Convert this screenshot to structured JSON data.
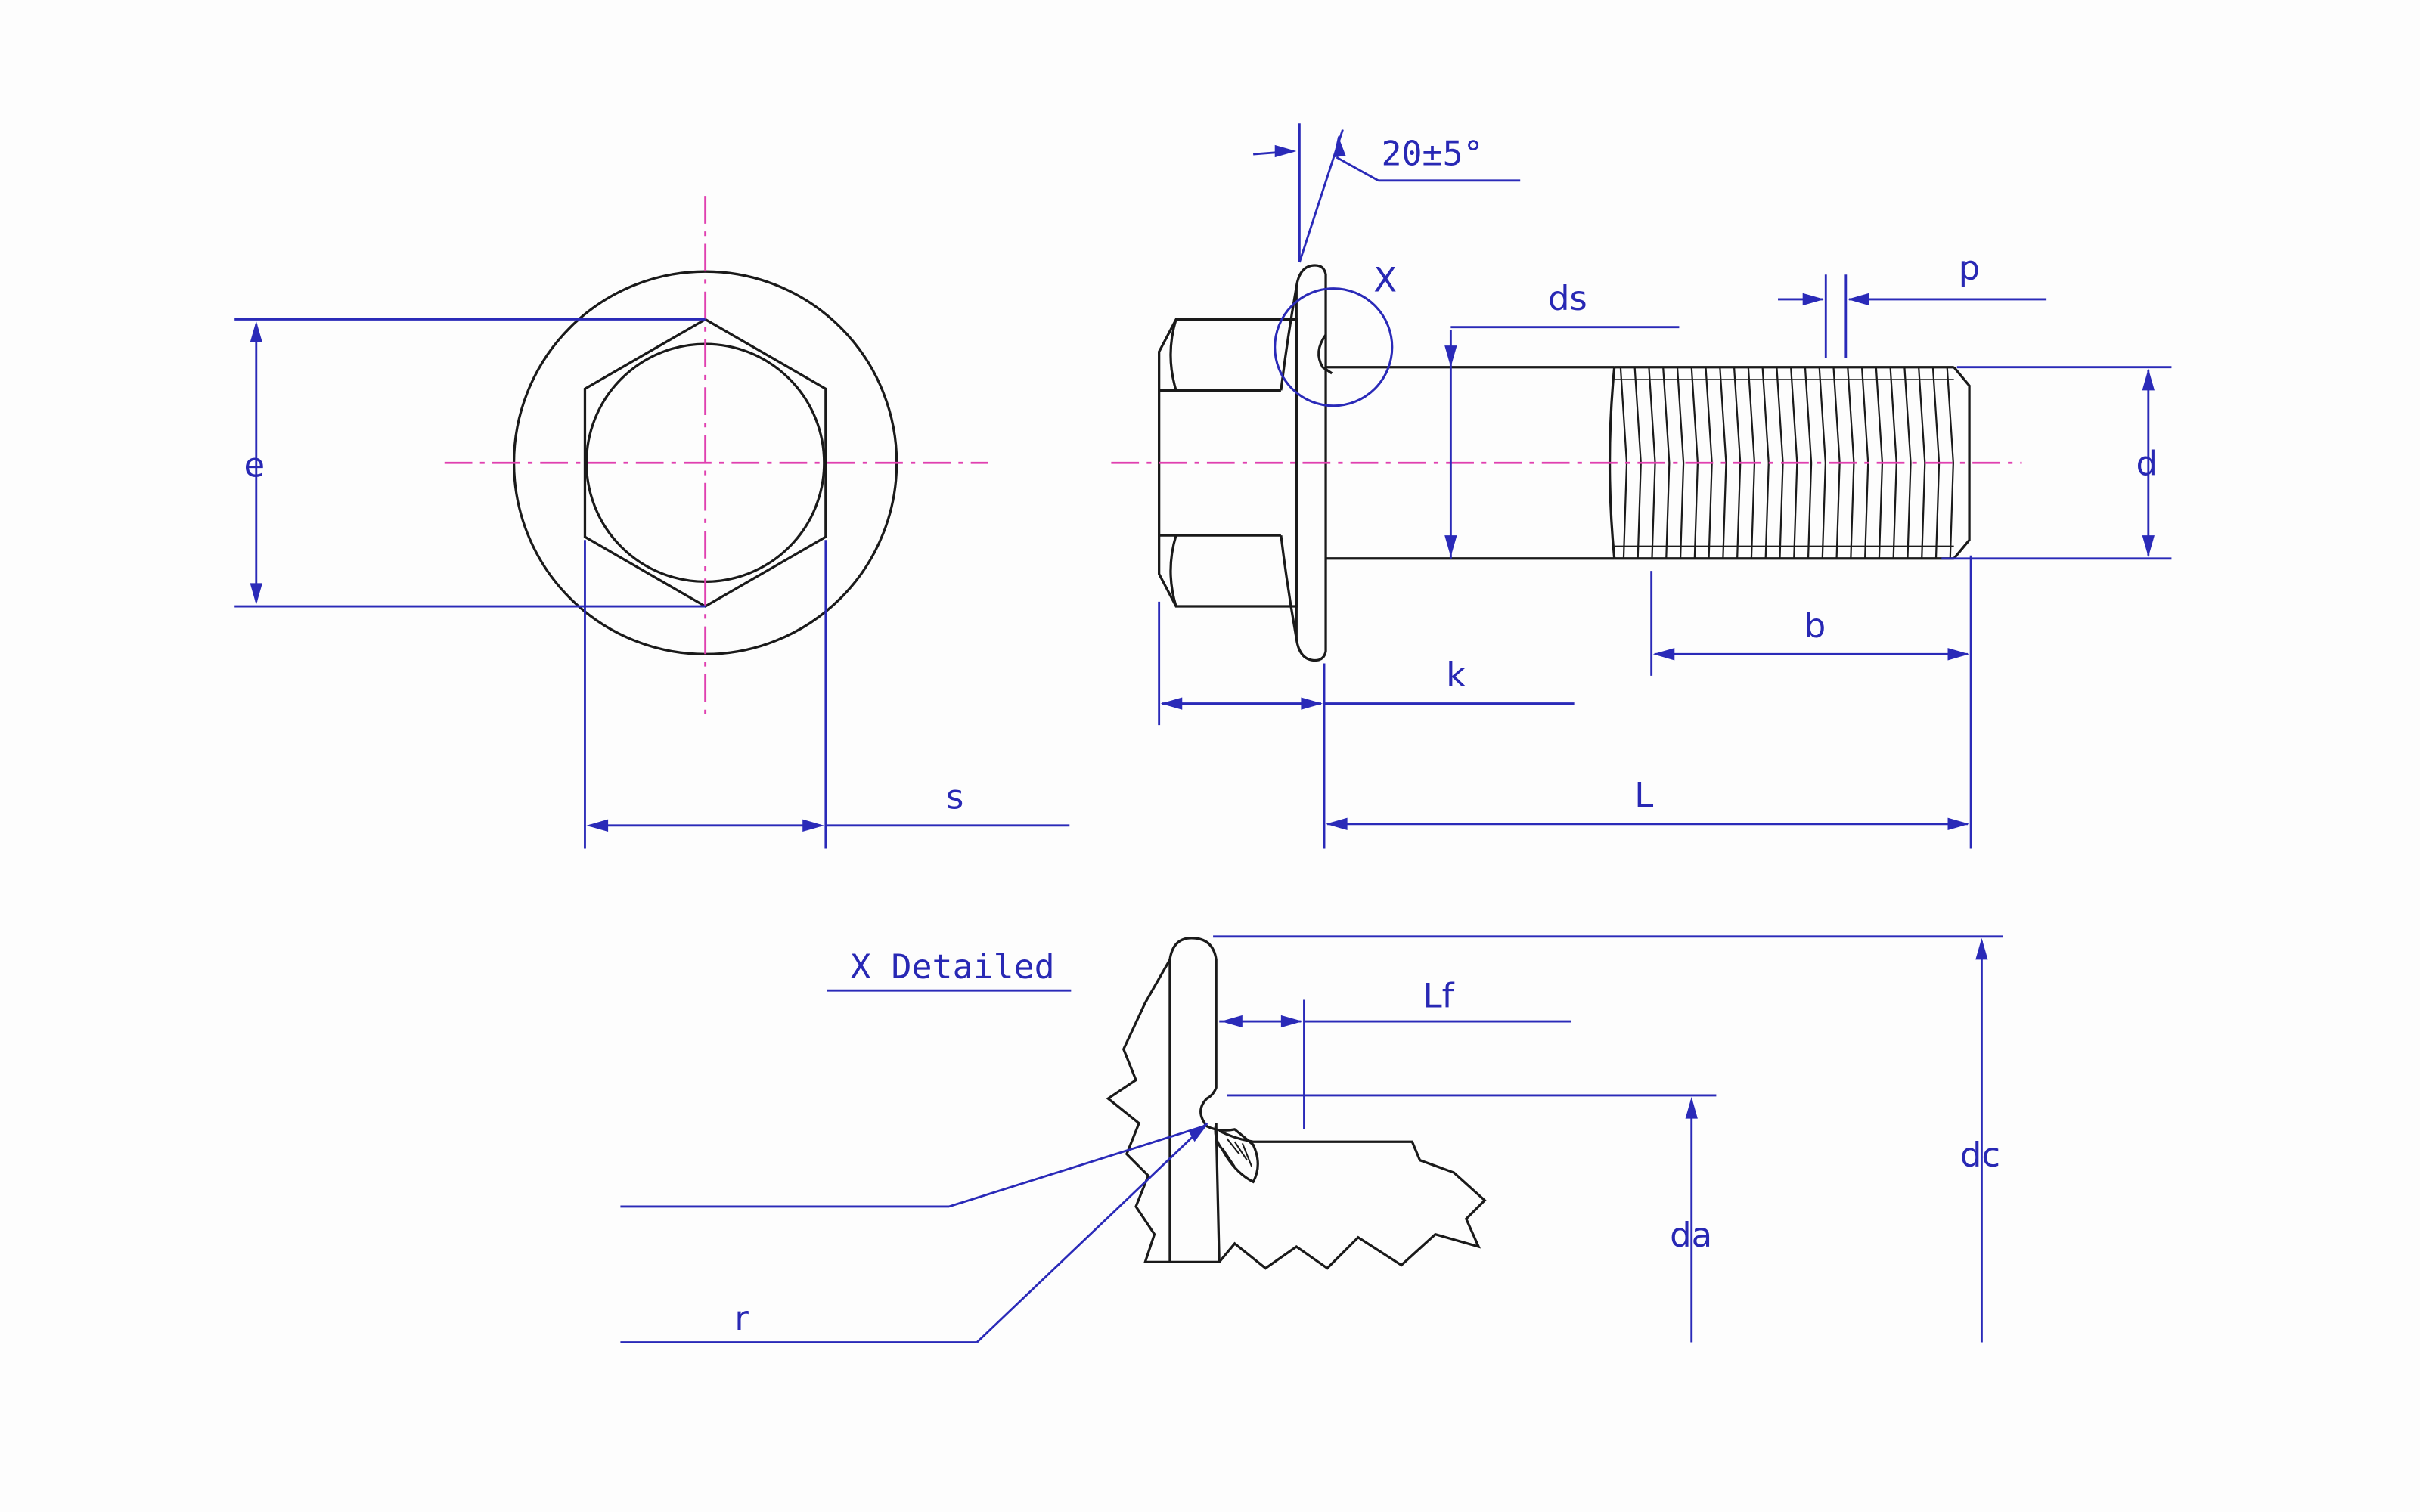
{
  "colors": {
    "background": "#fdfdfd",
    "outline": "#1a1a1a",
    "dimension": "#2a2ab8",
    "centerline": "#e040b0"
  },
  "labels": {
    "e": "e",
    "s": "s",
    "angle": "20±5°",
    "x": "X",
    "ds": "ds",
    "p": "p",
    "d": "d",
    "b": "b",
    "k": "k",
    "L": "L",
    "detail_title": "X Detailed",
    "lf": "Lf",
    "da": "da",
    "dc": "dc",
    "r": "r"
  }
}
